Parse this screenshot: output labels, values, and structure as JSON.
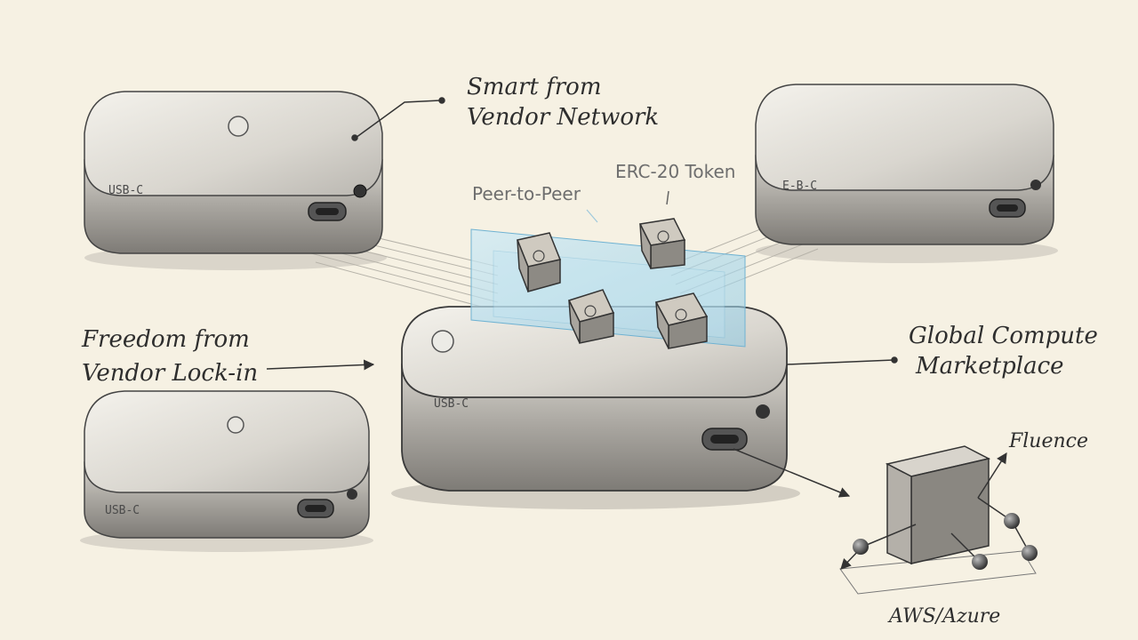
{
  "labels": {
    "smart_line1": "Smart from",
    "smart_line2": "Vendor Network",
    "peer": "Peer-to-Peer",
    "erc": "ERC-20 Token",
    "freedom_line1": "Freedom from",
    "freedom_line2": "Vendor Lock-in",
    "global_line1": "Global Compute",
    "global_line2": "Marketplace",
    "fluence": "Fluence",
    "aws": "AWS/Azure"
  },
  "ports": {
    "top_left": "USB-C",
    "top_right": "E-B-C",
    "center": "USB-C",
    "bottom_left": "USB-C"
  },
  "colors": {
    "background": "#f6f1e3",
    "ink": "#2e2e2e",
    "glass": "#9fd4ec"
  }
}
